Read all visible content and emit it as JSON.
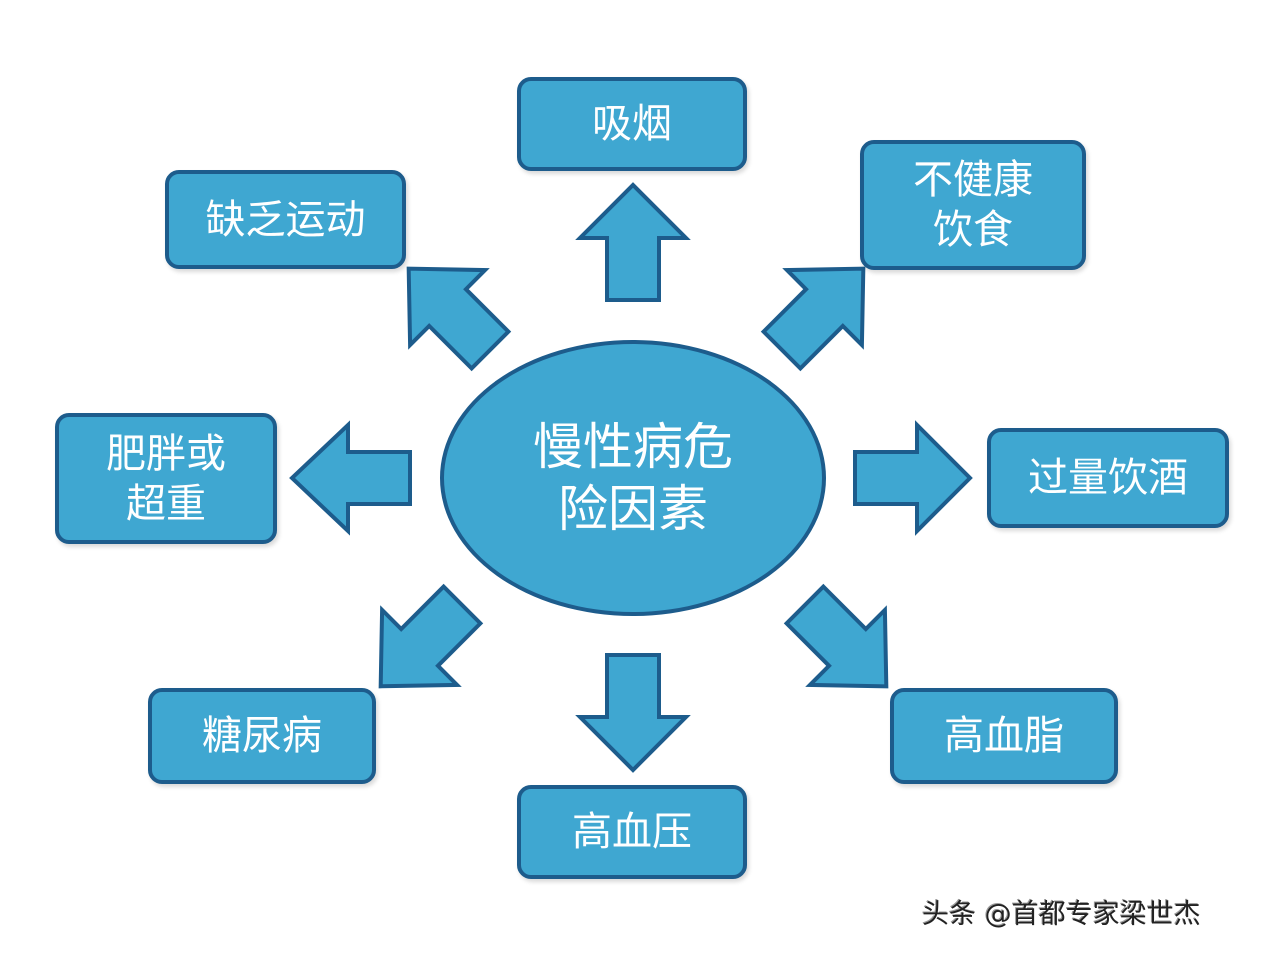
{
  "center": {
    "line1": "慢性病危",
    "line2": "险因素"
  },
  "factors": {
    "smoking": "吸烟",
    "unhealthy_diet_1": "不健康",
    "unhealthy_diet_2": "饮食",
    "lack_exercise": "缺乏运动",
    "obesity_1": "肥胖或",
    "obesity_2": "超重",
    "drinking": "过量饮酒",
    "diabetes": "糖尿病",
    "hypertension": "高血压",
    "hyperlipidemia": "高血脂"
  },
  "watermark": "头条 @首都专家梁世杰",
  "colors": {
    "fill": "#3fa7d1",
    "border": "#1d5c8c"
  }
}
